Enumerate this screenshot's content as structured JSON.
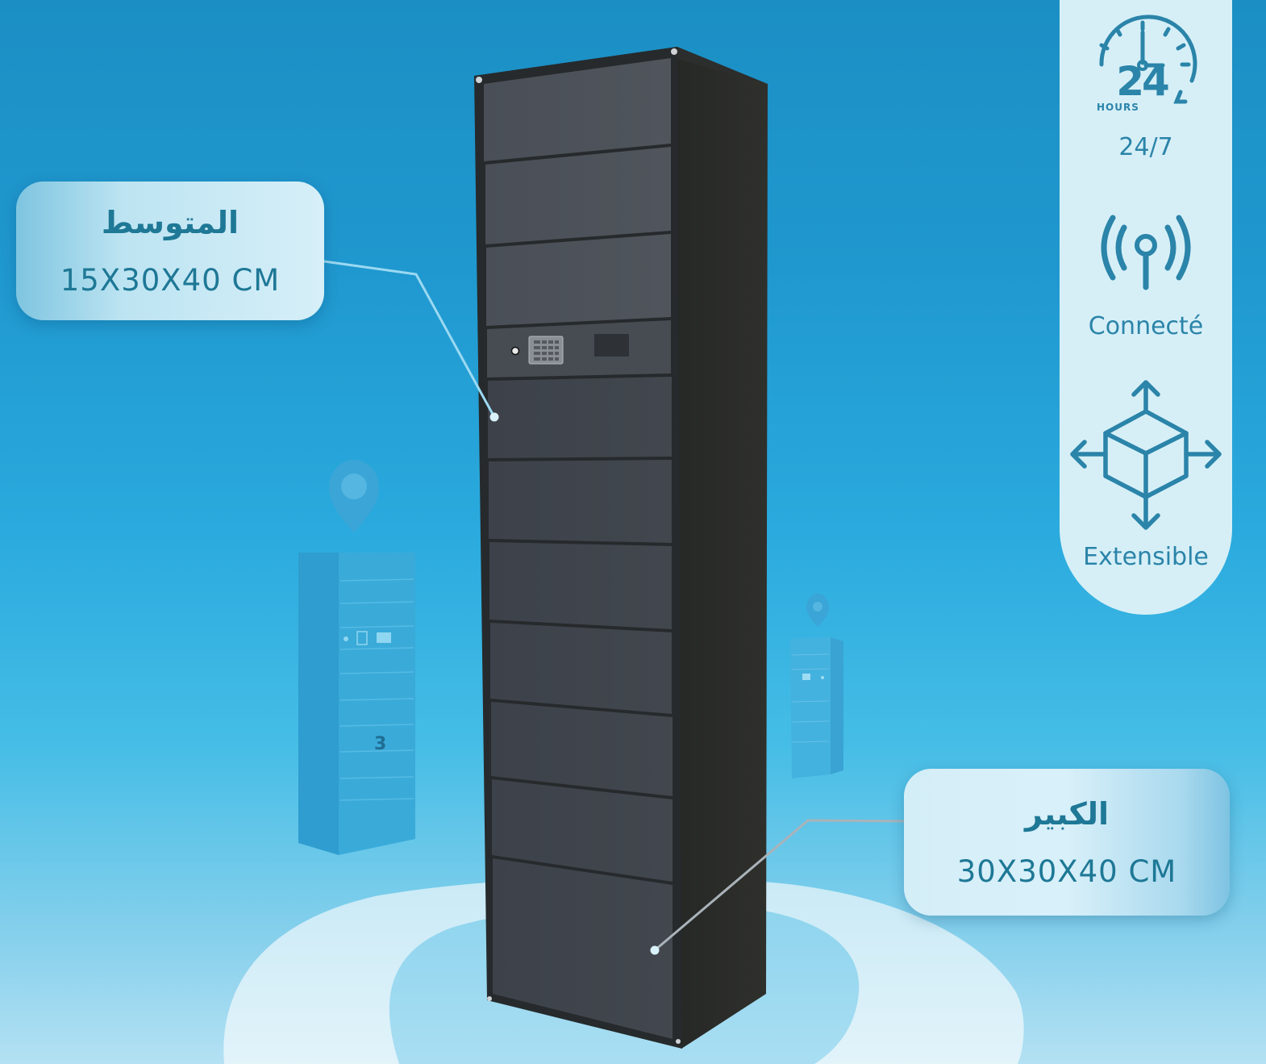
{
  "colors": {
    "background_top": "#1b8fc4",
    "background_bottom": "#b4e1f3",
    "accent_text": "#1e7896",
    "icon_color": "#2b84a9",
    "panel_bg": "#d6eff7",
    "locker_front": "#474c54",
    "locker_side": "#2a2b29"
  },
  "callouts": {
    "medium": {
      "title": "المتوسط",
      "dimensions": "15X30X40 CM"
    },
    "large": {
      "title": "الكبير",
      "dimensions": "30X30X40 CM"
    }
  },
  "features": [
    {
      "icon": "clock-24-hours-icon",
      "icon_text": "24",
      "icon_subtext": "HOURS",
      "label": "24/7"
    },
    {
      "icon": "wireless-signal-icon",
      "label": "Connecté"
    },
    {
      "icon": "expand-box-icon",
      "label": "Extensible"
    }
  ],
  "background_lockers": [
    {
      "position": "left",
      "door_number": "3"
    },
    {
      "position": "right"
    }
  ]
}
